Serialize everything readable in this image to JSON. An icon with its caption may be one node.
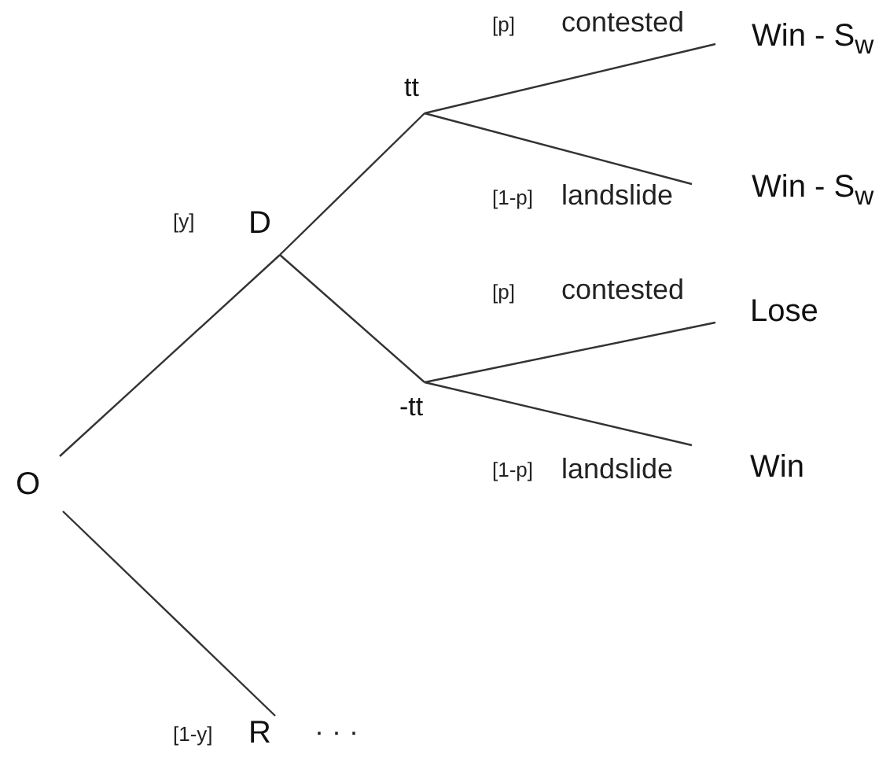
{
  "diagram": {
    "nodes": [
      {
        "text": [
          "O"
        ]
      },
      {
        "text": [
          "D"
        ]
      },
      {
        "text": [
          "tt"
        ]
      },
      {
        "text": [
          "Win - S$_{w}$"
        ]
      },
      {
        "text": [
          "Win - S$_{w}$"
        ]
      },
      {
        "text": [
          "-tt"
        ]
      },
      {
        "text": [
          "Lose"
        ]
      },
      {
        "text": [
          "Win"
        ]
      },
      {
        "text": [
          "R"
        ],
        "beside": [
          "· · ·"
        ]
      }
    ],
    "edges": [
      {
        "from": 0,
        "to": 1,
        "arrow": "none"
      },
      {
        "from": 1,
        "to": 2,
        "arrow": "none"
      },
      {
        "from": 2,
        "to": 3,
        "arrow": "none"
      },
      {
        "from": 2,
        "to": 4,
        "arrow": "none"
      },
      {
        "from": 1,
        "to": 5,
        "arrow": "none"
      },
      {
        "from": 5,
        "to": 6,
        "arrow": "none"
      },
      {
        "from": 5,
        "to": 7,
        "arrow": "none"
      },
      {
        "from": 0,
        "to": 8,
        "arrow": "none"
      }
    ],
    "labels": [
      "[p]",
      "contested",
      "[y]",
      "[1-p]",
      "landslide",
      "[p]",
      "contested",
      "[1-p]",
      "landslide",
      "[1-y]"
    ]
  }
}
